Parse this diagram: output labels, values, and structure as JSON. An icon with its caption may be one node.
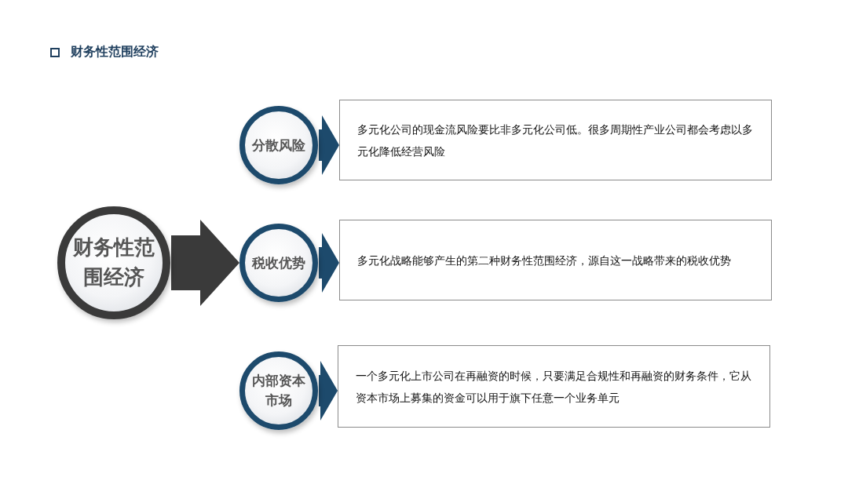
{
  "diagram": {
    "title": "财务性范围经济",
    "nodes": [
      {
        "text": [
          "财务性范围经济"
        ]
      },
      {
        "text": [
          "分散风险"
        ]
      },
      {
        "text": [
          "税收优势"
        ]
      },
      {
        "text": [
          "内部资本市场"
        ]
      },
      {
        "text": [
          "多元化公司的现金流风险要比非多元化公司低。很多周期性产业公司都会考虑以多元化降低经营风险"
        ]
      },
      {
        "text": [
          "多元化战略能够产生的第二种财务性范围经济，源自这一战略带来的税收优势"
        ]
      },
      {
        "text": [
          "一个多元化上市公司在再融资的时候，只要满足合规性和再融资的财务条件，它从资本市场上募集的资金可以用于旗下任意一个业务单元"
        ]
      }
    ],
    "edges": [
      {
        "from": 0,
        "to": 2,
        "arrow": "to",
        "color": "#3a3a3a"
      },
      {
        "from": 1,
        "to": 4,
        "arrow": "to"
      },
      {
        "from": 2,
        "to": 5,
        "arrow": "to"
      },
      {
        "from": 3,
        "to": 6,
        "arrow": "to"
      }
    ]
  }
}
